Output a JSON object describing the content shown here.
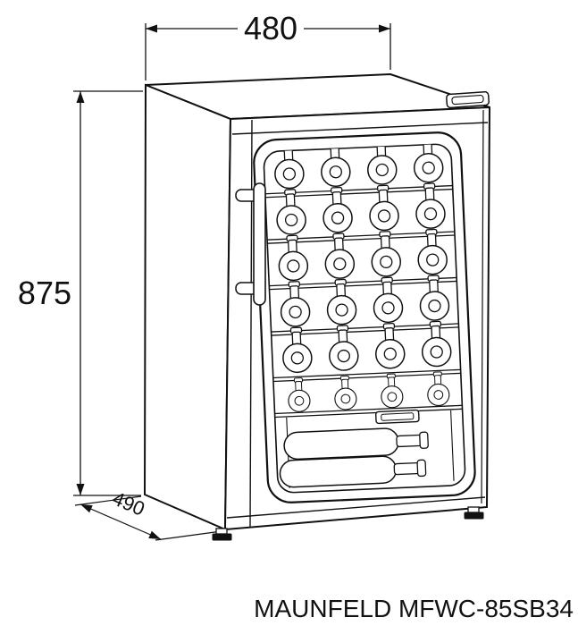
{
  "drawing": {
    "dimensions": {
      "width": "480",
      "height": "875",
      "depth": "490"
    },
    "model_label": "MAUNFELD MFWC-85SB34",
    "line_color": "#111111",
    "background_color": "#ffffff"
  }
}
